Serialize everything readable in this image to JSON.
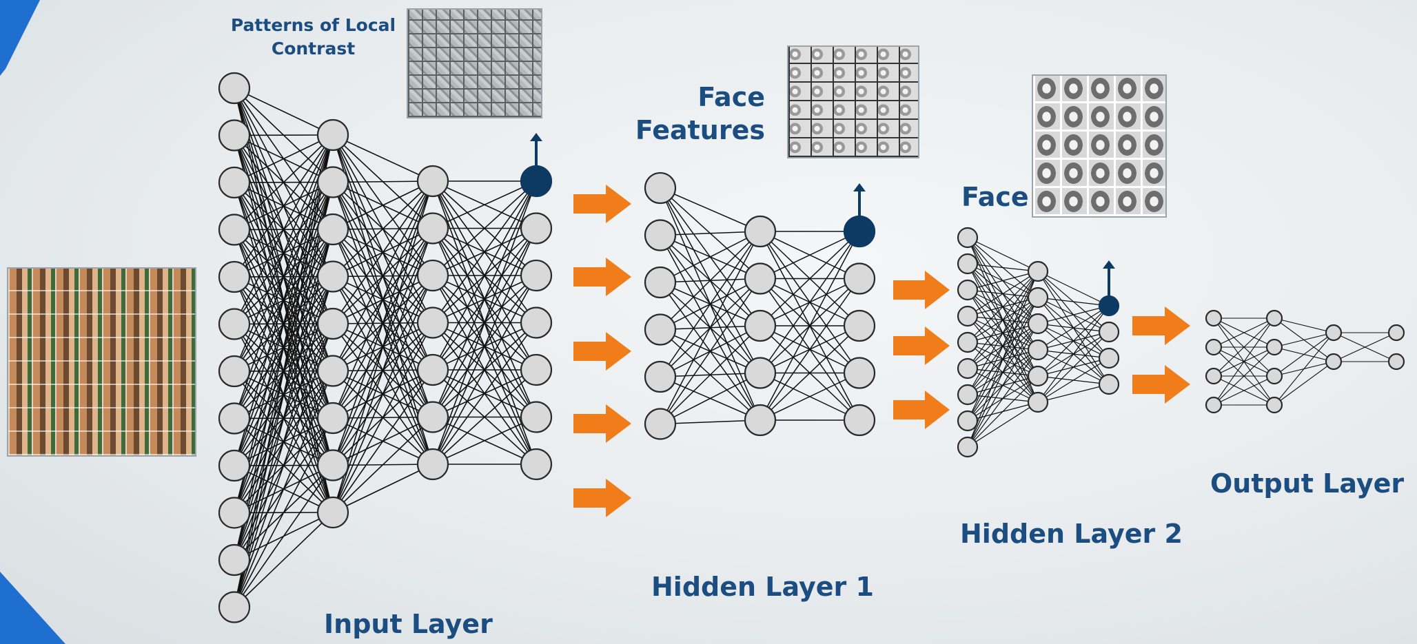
{
  "labels": {
    "patterns": [
      "Patterns of Local",
      "Contrast"
    ],
    "face_features": [
      "Face",
      "Features"
    ],
    "face": "Face",
    "input_layer": "Input Layer",
    "hidden_layer_1": "Hidden Layer 1",
    "hidden_layer_2": "Hidden Layer 2",
    "output_layer": "Output Layer"
  },
  "colors": {
    "node_fill": "#d9d9d9",
    "node_stroke": "#2a2a2a",
    "edge": "#111111",
    "highlight": "#0d3a63",
    "arrow": "#f07d1a",
    "accent_shape": "#1f6fd0",
    "text": "#1b4d80"
  },
  "icons": {
    "input_image": "face-photo-grid",
    "pattern_image": "edge-filter-grid",
    "feature_image": "face-feature-grid",
    "face_image": "face-sketch-grid"
  }
}
